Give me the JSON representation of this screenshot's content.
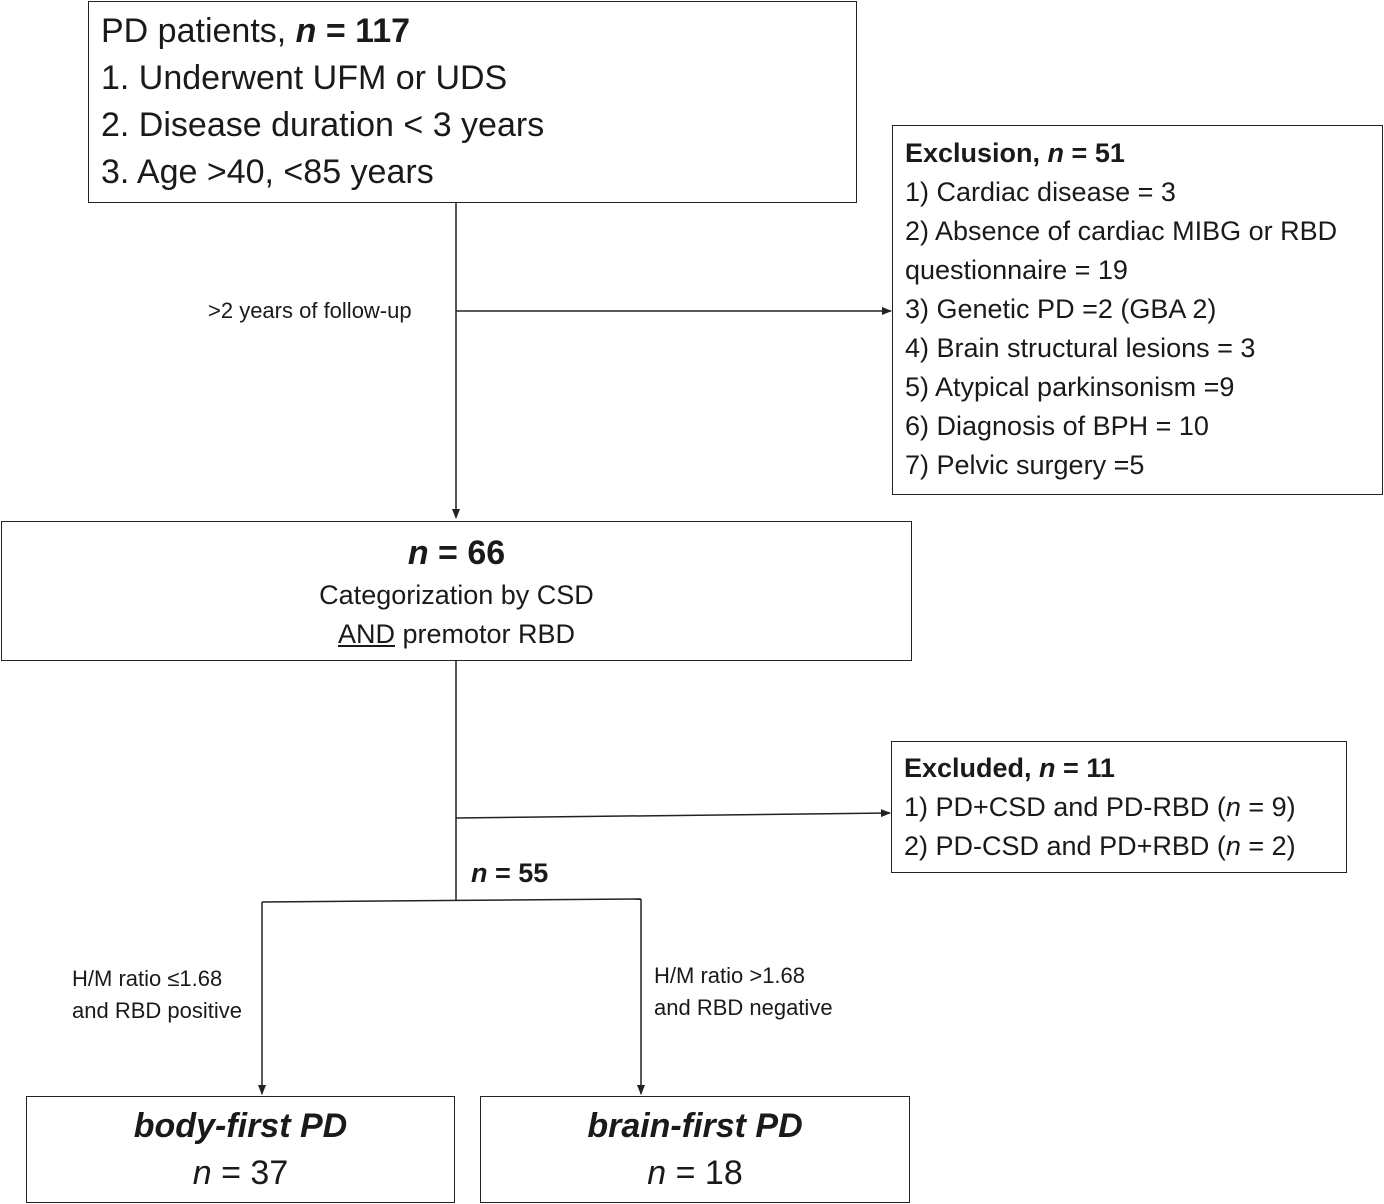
{
  "top_box": {
    "title_prefix": "PD patients, ",
    "title_n": "n",
    "title_value": " = 117",
    "criteria": [
      "1. Underwent UFM or UDS",
      "2. Disease duration < 3 years",
      "3. Age >40, <85 years"
    ]
  },
  "followup_label": ">2 years of follow-up",
  "exclusion_box": {
    "title_prefix": "Exclusion, ",
    "title_n": "n",
    "title_value": " = 51",
    "items": [
      "1) Cardiac disease = 3",
      "2) Absence of cardiac MIBG or RBD",
      "questionnaire = 19",
      "3) Genetic PD =2 (GBA 2)",
      "4) Brain structural lesions = 3",
      "5) Atypical parkinsonism =9",
      "6) Diagnosis of BPH = 10",
      "7) Pelvic surgery =5"
    ]
  },
  "middle_box": {
    "n": "n",
    "value": " = 66",
    "line1": "Categorization by CSD",
    "line2_underlined": "AND",
    "line2_rest": " premotor RBD"
  },
  "excluded_box": {
    "title_prefix": "Excluded, ",
    "title_n": "n",
    "title_value": " = 11",
    "items": [
      {
        "pre": "1) PD+CSD and PD-RBD (",
        "n": "n",
        "post": " = 9)"
      },
      {
        "pre": "2) PD-CSD and PD+RBD (",
        "n": "n",
        "post": " = 2)"
      }
    ]
  },
  "n55": {
    "n": "n",
    "value": " = 55"
  },
  "left_branch_label": [
    "H/M ratio ≤1.68",
    "and RBD positive"
  ],
  "right_branch_label": [
    "H/M ratio >1.68",
    "and RBD negative"
  ],
  "body_first_box": {
    "title": "body-first PD",
    "n": "n",
    "value": " = 37"
  },
  "brain_first_box": {
    "title": "brain-first PD",
    "n": "n",
    "value": " = 18"
  }
}
